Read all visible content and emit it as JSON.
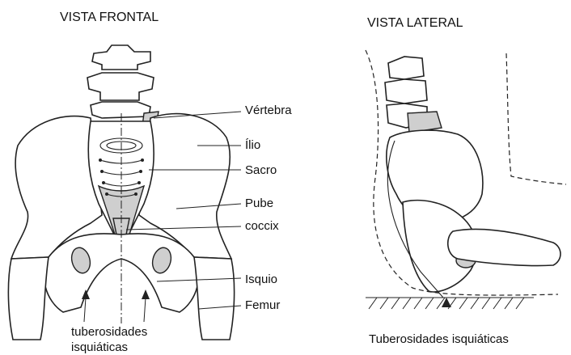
{
  "frontal": {
    "title": "VISTA FRONTAL",
    "labels": {
      "vertebra": "Vértebra",
      "ilio": "Ílio",
      "sacro": "Sacro",
      "pube": "Pube",
      "coccix": "coccix",
      "isquio": "Isquio",
      "femur": "Femur"
    },
    "caption_line1": "tuberosidades",
    "caption_line2": "isquiáticas"
  },
  "lateral": {
    "title": "VISTA LATERAL",
    "caption": "Tuberosidades isquiáticas"
  }
}
